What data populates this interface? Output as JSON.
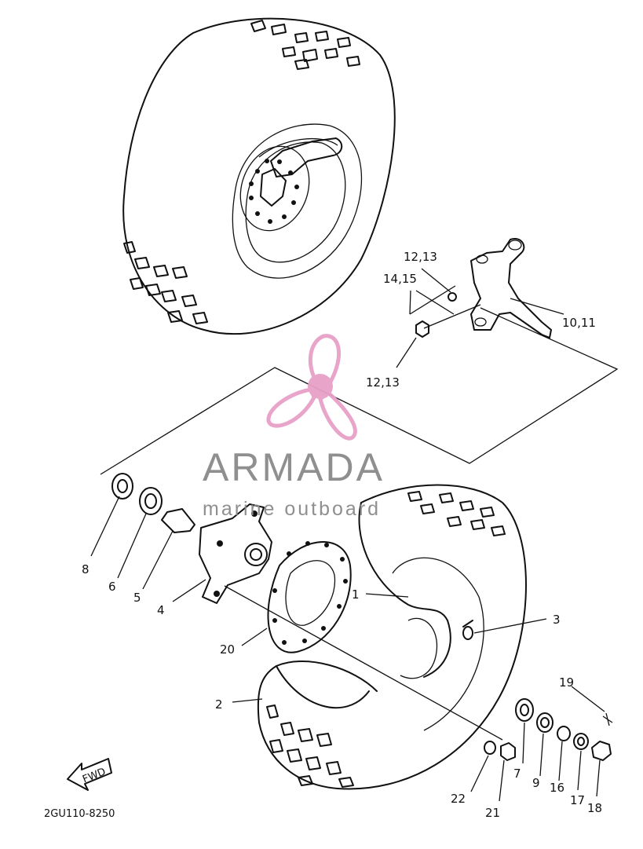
{
  "diagram_code": "2GU110-8250",
  "fwd_label": "FWD",
  "watermark": {
    "brand": "ARMADA",
    "tagline": "marine outboard",
    "logo_color": "#e8a0c8",
    "logo_icon": "propeller-icon"
  },
  "callouts": {
    "c1": "1",
    "c2": "2",
    "c3": "3",
    "c4": "4",
    "c5": "5",
    "c6": "6",
    "c7": "7",
    "c8": "8",
    "c9": "9",
    "c10_11": "10,11",
    "c12_13_top": "12,13",
    "c12_13_bottom": "12,13",
    "c14_15": "14,15",
    "c16": "16",
    "c17": "17",
    "c18": "18",
    "c19": "19",
    "c20": "20",
    "c21": "21",
    "c22": "22"
  }
}
